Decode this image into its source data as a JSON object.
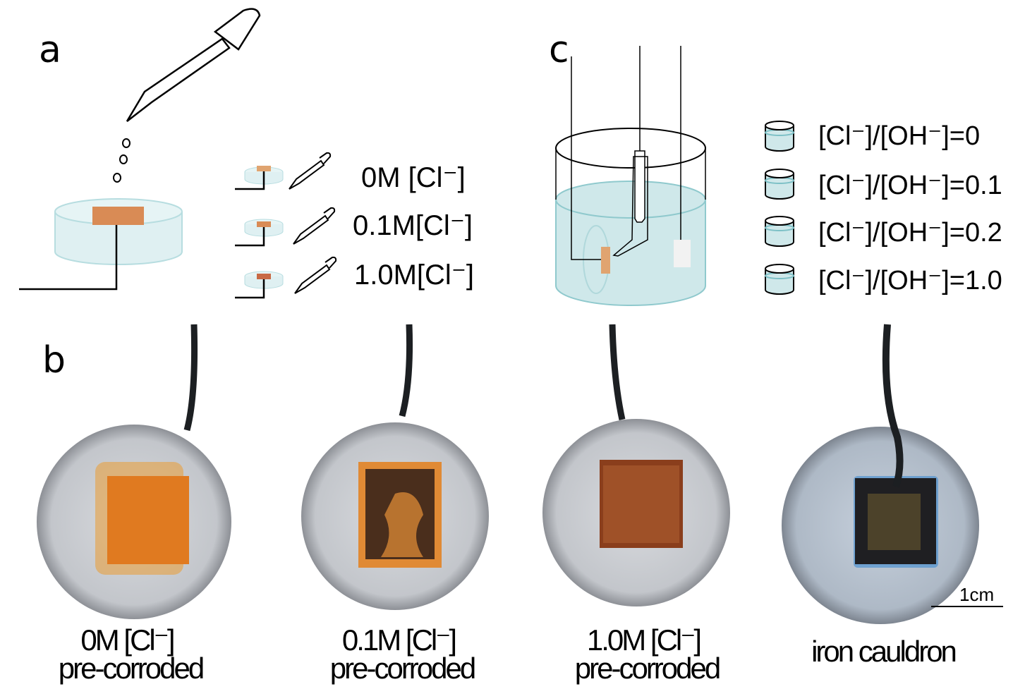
{
  "panels": {
    "a": "a",
    "b": "b",
    "c": "c"
  },
  "panel_a": {
    "labels": [
      "0M [Cl⁻]",
      "0.1M[Cl⁻]",
      "1.0M[Cl⁻]"
    ]
  },
  "panel_c": {
    "labels": [
      "[Cl⁻]/[OH⁻]=0",
      "[Cl⁻]/[OH⁻]=0.1",
      "[Cl⁻]/[OH⁻]=0.2",
      "[Cl⁻]/[OH⁻]=1.0"
    ]
  },
  "panel_b": {
    "captions": [
      {
        "line1": "0M [Cl⁻]",
        "line2": "pre-corroded"
      },
      {
        "line1": "0.1M [Cl⁻]",
        "line2": "pre-corroded"
      },
      {
        "line1": "1.0M [Cl⁻]",
        "line2": "pre-corroded"
      },
      {
        "line1": "iron cauldron",
        "line2": ""
      }
    ],
    "scale_bar": "1cm"
  },
  "colors": {
    "water": "#cfe8ea",
    "electrode": "#d98b55",
    "rust": "#e07a20"
  }
}
